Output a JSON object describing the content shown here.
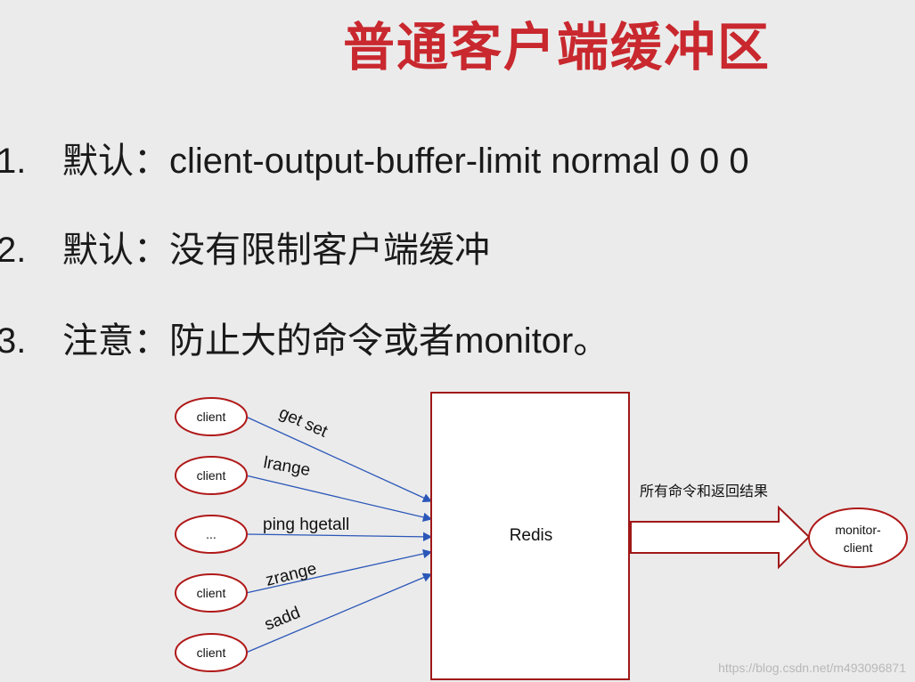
{
  "title": "普通客户端缓冲区",
  "bullets": [
    {
      "num": "1.",
      "label": "默认：",
      "text": "client-output-buffer-limit normal 0 0 0"
    },
    {
      "num": "2.",
      "label": "默认：",
      "text": "没有限制客户端缓冲"
    },
    {
      "num": "3.",
      "label": "注意：",
      "text": "防止大的命令或者monitor。"
    }
  ],
  "diagram": {
    "clients": [
      "client",
      "client",
      "...",
      "client",
      "client"
    ],
    "commands": [
      "get set",
      "lrange",
      "ping hgetall",
      "zrange",
      "sadd"
    ],
    "server": "Redis",
    "arrow_label": "所有命令和返回结果",
    "monitor_line1": "monitor-",
    "monitor_line2": "client",
    "colors": {
      "ellipse": "#b01818",
      "line": "#2b57b8",
      "box": "#a01818"
    }
  },
  "watermark": "https://blog.csdn.net/m493096871"
}
